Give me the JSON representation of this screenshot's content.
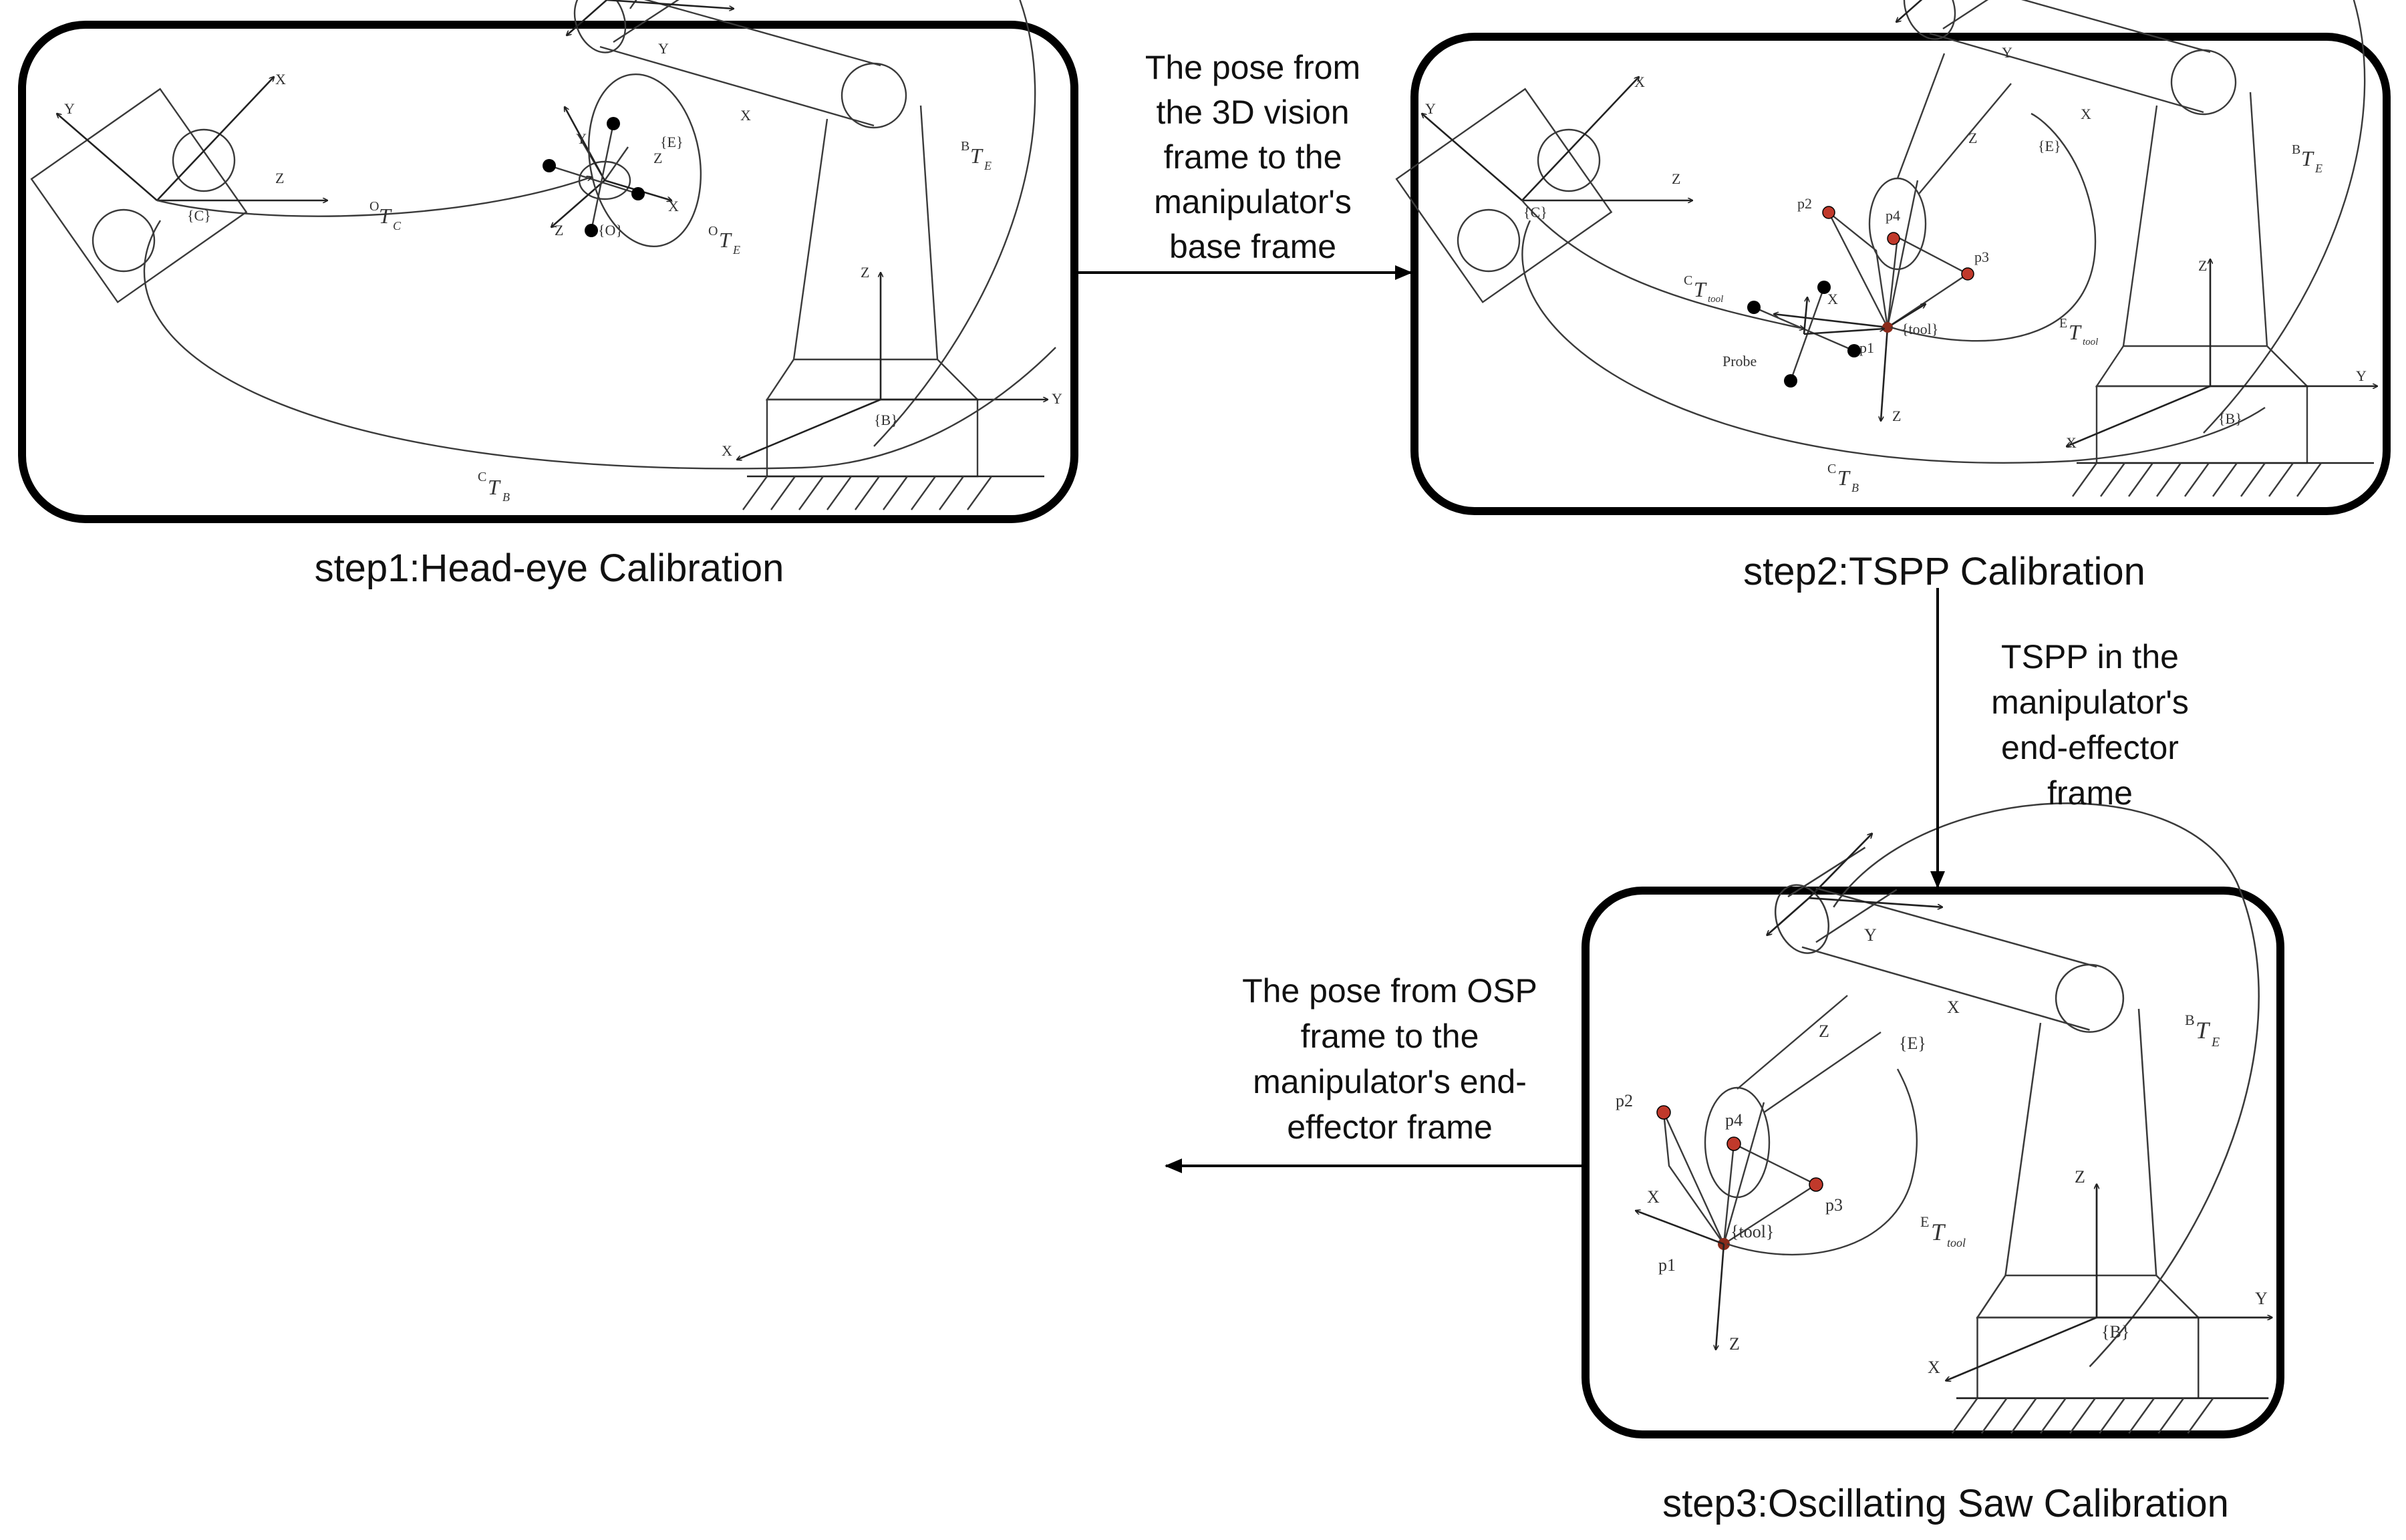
{
  "steps": [
    {
      "caption": "step1:Head-eye Calibration"
    },
    {
      "caption": "step2:TSPP Calibration"
    },
    {
      "caption": "step3:Oscillating Saw Calibration"
    }
  ],
  "arrows": {
    "step1_to_step2": [
      "The pose from",
      "the 3D vision",
      "frame to the",
      "manipulator's",
      "base frame"
    ],
    "step2_to_step3": [
      "TSPP in the",
      "manipulator's",
      "end-effector",
      "frame"
    ],
    "step3_output": [
      "The pose from OSP",
      "frame to the",
      "manipulator's end-",
      "effector frame"
    ]
  },
  "labels": {
    "axis_x": "X",
    "axis_y": "Y",
    "axis_z": "Z",
    "frame_c": "{C}",
    "frame_o": "{O}",
    "frame_e": "{E}",
    "frame_b": "{B}",
    "frame_tool": "{tool}",
    "t_c_b_sup": "C",
    "t_c_b_sub": "B",
    "t_o_c_sup": "O",
    "t_o_c_sub": "C",
    "t_o_e_sup": "O",
    "t_o_e_sub": "E",
    "t_b_e_sup": "B",
    "t_b_e_sub": "E",
    "t_c_tool_sup": "C",
    "t_c_tool_sub": "tool",
    "t_e_tool_sup": "E",
    "t_e_tool_sub": "tool",
    "t_main": "T",
    "p1": "p1",
    "p2": "p2",
    "p3": "p3",
    "p4": "p4",
    "probe": "Probe"
  },
  "colors": {
    "marker_dot": "#000000",
    "point_red": "#c0392b",
    "panel_border": "#000000"
  }
}
